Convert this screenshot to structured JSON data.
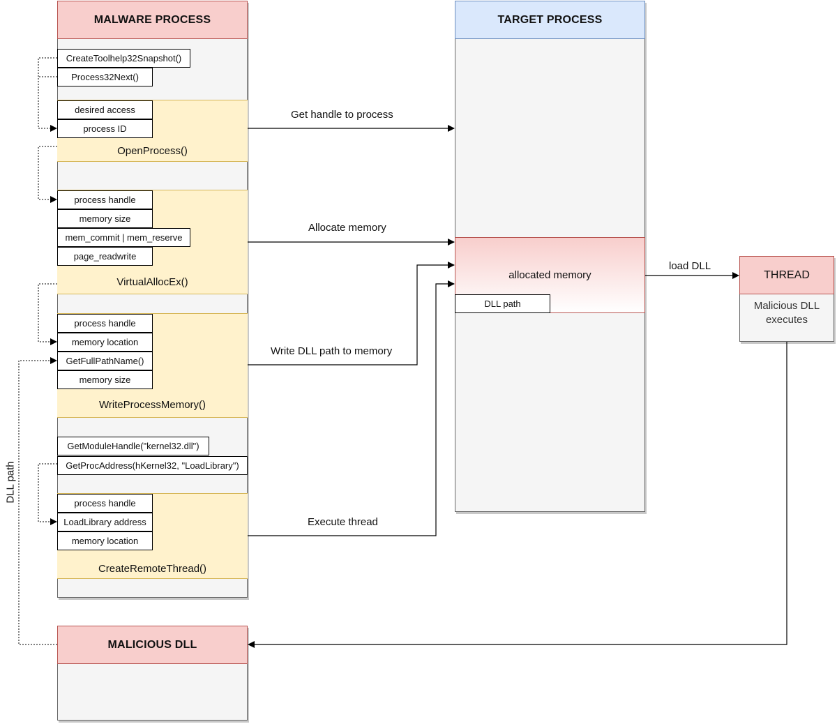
{
  "malware": {
    "title": "MALWARE PROCESS",
    "snapshot": [
      "CreateToolhelp32Snapshot()",
      "Process32Next()"
    ],
    "open_process": {
      "params": [
        "desired access",
        "process ID"
      ],
      "name": "OpenProcess()"
    },
    "virtual_alloc": {
      "params": [
        "process handle",
        "memory size",
        "mem_commit | mem_reserve",
        "page_readwrite"
      ],
      "name": "VirtualAllocEx()"
    },
    "write_memory": {
      "params": [
        "process handle",
        "memory location",
        "GetFullPathName()",
        "memory size"
      ],
      "name": "WriteProcessMemory()"
    },
    "module": [
      "GetModuleHandle(\"kernel32.dll\")",
      "GetProcAddress(hKernel32, \"LoadLibrary\")"
    ],
    "remote_thread": {
      "params": [
        "process handle",
        "LoadLibrary address",
        "memory location"
      ],
      "name": "CreateRemoteThread()"
    }
  },
  "target": {
    "title": "TARGET PROCESS",
    "allocated": "allocated memory",
    "dll_path": "DLL path"
  },
  "thread": {
    "title": "THREAD",
    "body": "Malicious DLL executes"
  },
  "malicious_dll": {
    "title": "MALICIOUS DLL"
  },
  "arrows": {
    "get_handle": "Get handle to process",
    "allocate": "Allocate memory",
    "write": "Write DLL path to memory",
    "execute": "Execute thread",
    "load_dll": "load DLL",
    "dll_path_side": "DLL path"
  },
  "colors": {
    "header_red": "#f8cecc",
    "header_blue": "#dae8fc",
    "call_yellow": "#fff2cc",
    "panel_gray": "#f5f5f5"
  }
}
